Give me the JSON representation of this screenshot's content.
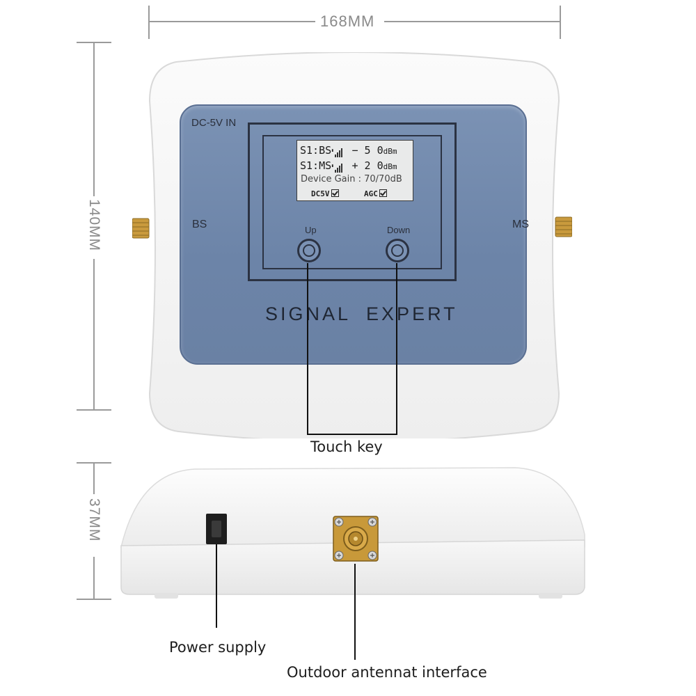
{
  "dimensions": {
    "width_label": "168MM",
    "height_label": "140MM",
    "depth_label": "37MM"
  },
  "panel": {
    "dc_label": "DC-5V IN",
    "bs_label": "BS",
    "ms_label": "MS",
    "up_label": "Up",
    "down_label": "Down",
    "brand": "SIGNAL  EXPERT"
  },
  "lcd": {
    "row1_label": "S1:BS",
    "row1_value": "− 5 0",
    "row1_unit": "dBm",
    "row2_label": "S1:MS",
    "row2_value": "+ 2 0",
    "row2_unit": "dBm",
    "gain_text": "Device Gain : 70/70dB",
    "dc_status": "DC5V",
    "agc_status": "AGC"
  },
  "callouts": {
    "touch_key": "Touch key",
    "power_supply": "Power supply",
    "antenna": "Outdoor antennat interface"
  },
  "colors": {
    "panel_blue": "#7088ab",
    "shell": "#f4f4f4",
    "connector_gold": "#c79a3c"
  }
}
